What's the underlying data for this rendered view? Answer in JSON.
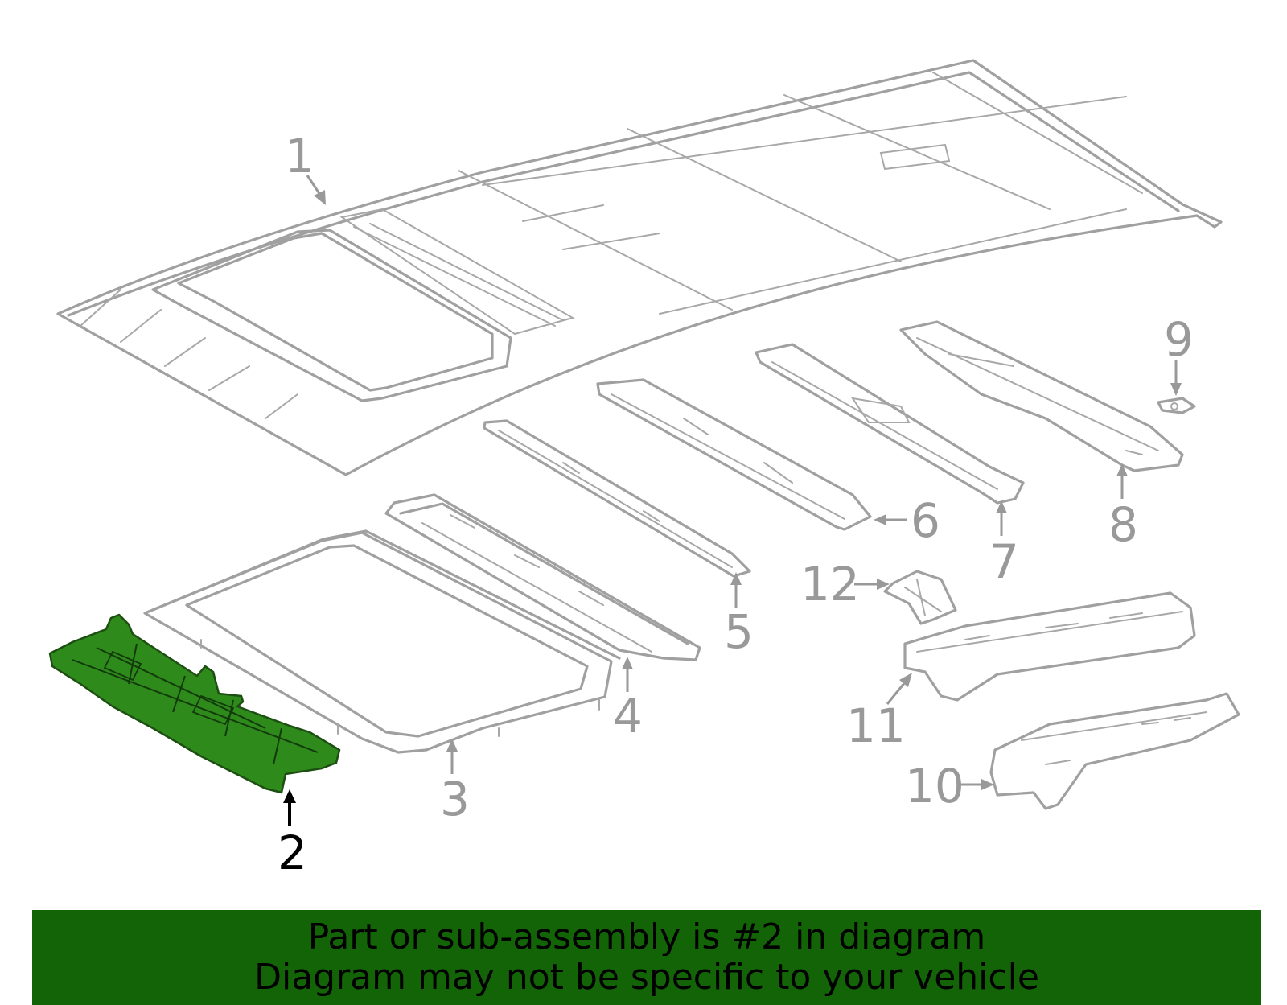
{
  "callouts": {
    "c1": "1",
    "c2": "2",
    "c3": "3",
    "c4": "4",
    "c5": "5",
    "c6": "6",
    "c7": "7",
    "c8": "8",
    "c9": "9",
    "c10": "10",
    "c11": "11",
    "c12": "12"
  },
  "selected_part": "2",
  "colors": {
    "highlight_part": "#2f8a1c",
    "banner_bg": "#136307",
    "line_art": "#a0a0a0",
    "callout_text": "#999999"
  },
  "banner": {
    "line1": "Part or sub-assembly is #2 in diagram",
    "line2": "Diagram may not be specific to your vehicle"
  }
}
